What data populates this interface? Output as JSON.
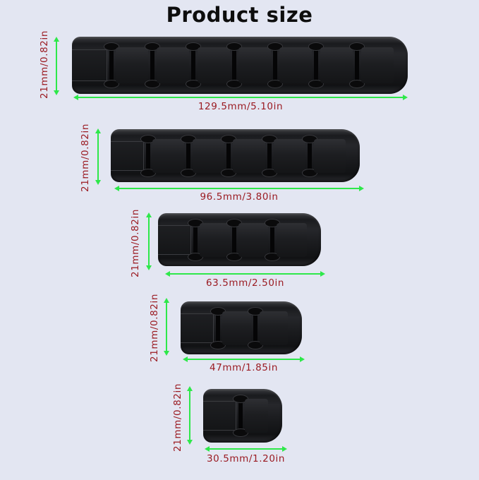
{
  "title": "Product size",
  "colors": {
    "background": "#e3e6f2",
    "arrow": "#2ee84a",
    "label": "#9b1b22",
    "product": "#1b1c1f"
  },
  "products": [
    {
      "slots": 7,
      "width_label": "129.5mm/5.10in",
      "height_label": "21mm/0.82in"
    },
    {
      "slots": 5,
      "width_label": "96.5mm/3.80in",
      "height_label": "21mm/0.82in"
    },
    {
      "slots": 3,
      "width_label": "63.5mm/2.50in",
      "height_label": "21mm/0.82in"
    },
    {
      "slots": 2,
      "width_label": "47mm/1.85in",
      "height_label": "21mm/0.82in"
    },
    {
      "slots": 1,
      "width_label": "30.5mm/1.20in",
      "height_label": "21mm/0.82in"
    }
  ]
}
